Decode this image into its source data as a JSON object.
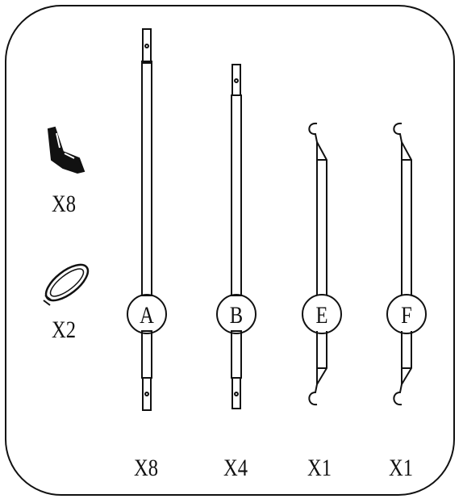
{
  "accessories": [
    {
      "name": "Allen key",
      "qty": "X8"
    },
    {
      "name": "Ring clamp",
      "qty": "X2"
    }
  ],
  "parts": [
    {
      "letter": "A",
      "qty": "X8"
    },
    {
      "letter": "B",
      "qty": "X4"
    },
    {
      "letter": "E",
      "qty": "X1"
    },
    {
      "letter": "F",
      "qty": "X1"
    }
  ],
  "colors": {
    "stroke": "#111111",
    "background": "#ffffff"
  }
}
